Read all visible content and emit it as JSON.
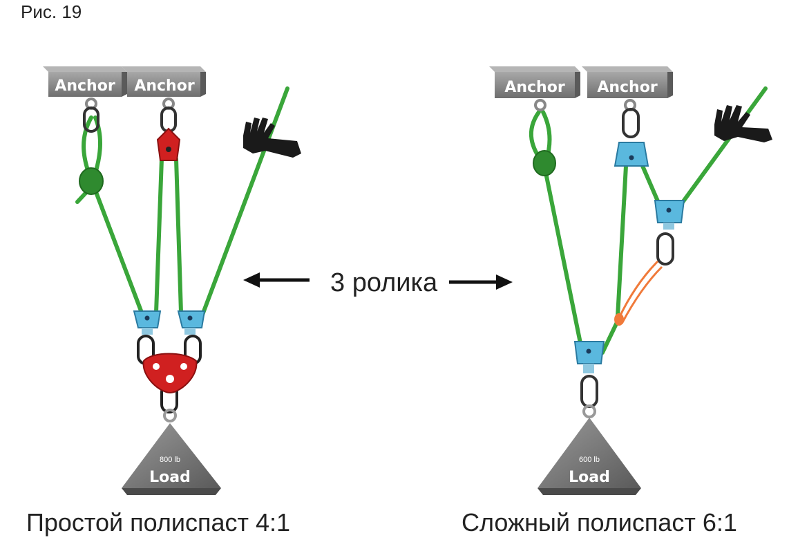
{
  "figure_label": "Рис. 19",
  "center_label": "3 ролика",
  "left": {
    "anchors": [
      "Anchor",
      "Anchor"
    ],
    "load_weight": "800 lb",
    "load_label": "Load",
    "caption": "Простой полиспаст 4:1"
  },
  "right": {
    "anchors": [
      "Anchor",
      "Anchor"
    ],
    "load_weight": "600 lb",
    "load_label": "Load",
    "caption": "Сложный полиспаст 6:1"
  },
  "colors": {
    "rope": "#3aa63a",
    "pulley_blue": "#5ab8de",
    "pulley_red": "#d02020",
    "anchor_gray": "#8a8a8a",
    "load_gray": "#7d7d7d",
    "prusik_orange": "#f07a3a",
    "glove": "#1a1a1a"
  }
}
